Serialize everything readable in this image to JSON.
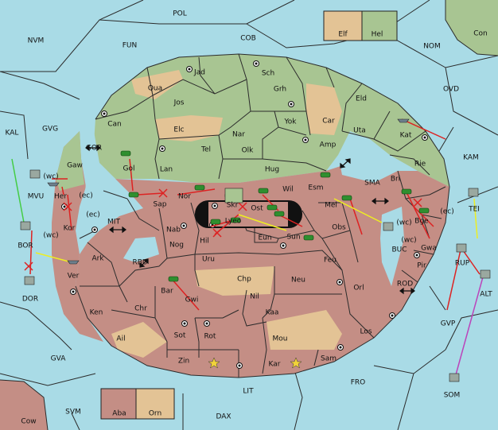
{
  "colors": {
    "sea": "#a9dbe6",
    "green": "#a8c592",
    "red": "#c48e85",
    "tan": "#e3c395"
  },
  "legend": {
    "top_left": "Elf",
    "top_right": "Hel",
    "bottom_left": "Aba",
    "bottom_right": "Orn"
  },
  "labels": {
    "POL": "POL",
    "COB": "COB",
    "FUN": "FUN",
    "NVM": "NVM",
    "NOM": "NOM",
    "Con": "Con",
    "OVD": "OVD",
    "KAM": "KAM",
    "GVG": "GVG",
    "KAL": "KAL",
    "GOR": "GOR",
    "MVU": "MVU",
    "MIT": "MIT",
    "RBU": "RBU",
    "BOR": "BOR",
    "DOR": "DOR",
    "GVA": "GVA",
    "SVM": "SVM",
    "Cow": "Cow",
    "DAX": "DAX",
    "LIT": "LIT",
    "FRO": "FRO",
    "SOM": "SOM",
    "GVP": "GVP",
    "ALT": "ALT",
    "RUP": "RUP",
    "TEI": "TEI",
    "BUC": "BUC",
    "ROD": "ROD",
    "SMA": "SMA",
    "Jad": "Jad",
    "Sch": "Sch",
    "Qua": "Qua",
    "Jos": "Jos",
    "Grh": "Grh",
    "Eld": "Eld",
    "Can": "Can",
    "Elc": "Elc",
    "Nar": "Nar",
    "Yok": "Yok",
    "Car": "Car",
    "Uta": "Uta",
    "Kat": "Kat",
    "Tel": "Tel",
    "Olk": "Olk",
    "Amp": "Amp",
    "Gaw": "Gaw",
    "Gol": "Gol",
    "Lan": "Lan",
    "Hug": "Hug",
    "Rie": "Rie",
    "Esm": "Esm",
    "Bri": "Bri",
    "Wil": "Wil",
    "Her": "Her",
    "Sap": "Sap",
    "Nor": "Nor",
    "Skr": "Skr",
    "Ost": "Ost",
    "Mel": "Mel",
    "Bge": "Bge",
    "Kor": "Kor",
    "Nab": "Nab",
    "Lyeo": "Lyeo",
    "Obs": "Obs",
    "Eun": "Eun",
    "Sun": "Sun",
    "Hil": "Hil",
    "Nog": "Nog",
    "Ark": "Ark",
    "Uru": "Uru",
    "Feu": "Feu",
    "Gwa": "Gwa",
    "Ver": "Ver",
    "Pir": "Pir",
    "Chp": "Chp",
    "Neu": "Neu",
    "Bar": "Bar",
    "Orl": "Orl",
    "Gwi": "Gwi",
    "Nil": "Nil",
    "Ken": "Ken",
    "Chr": "Chr",
    "Kaa": "Kaa",
    "Ail": "Ail",
    "Sot": "Sot",
    "Rot": "Rot",
    "Mou": "Mou",
    "Los": "Los",
    "Zin": "Zin",
    "Kar": "Kar",
    "Sam": "Sam"
  },
  "coasts": {
    "wc": "(wc)",
    "ec": "(ec)"
  }
}
